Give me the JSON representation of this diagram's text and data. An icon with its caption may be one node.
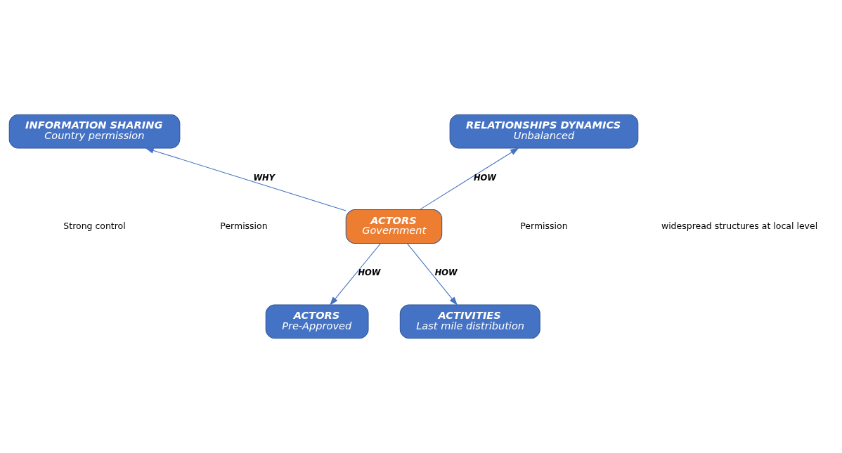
{
  "diagram": {
    "nodes": [
      {
        "text": [
          "ACTORS",
          "Government"
        ]
      },
      {
        "text": [
          "INFORMATION SHARING",
          "Country permission"
        ]
      },
      {
        "text": [
          "RELATIONSHIPS DYNAMICS",
          "Unbalanced"
        ]
      },
      {
        "text": [
          "ACTORS",
          "Pre-Approved"
        ]
      },
      {
        "text": [
          "ACTIVITIES",
          "Last mile distribution"
        ]
      }
    ],
    "edges": [
      {
        "from": 0,
        "to": 1,
        "arrow": "to",
        "label": "WHY"
      },
      {
        "from": 0,
        "to": 2,
        "arrow": "to",
        "label": "HOW"
      },
      {
        "from": 0,
        "to": 3,
        "arrow": "to",
        "label": "HOW"
      },
      {
        "from": 0,
        "to": 4,
        "arrow": "to",
        "label": "HOW"
      }
    ],
    "labels": [
      "Strong control",
      "Permission",
      "Permission",
      "widespread structures at local level"
    ]
  }
}
